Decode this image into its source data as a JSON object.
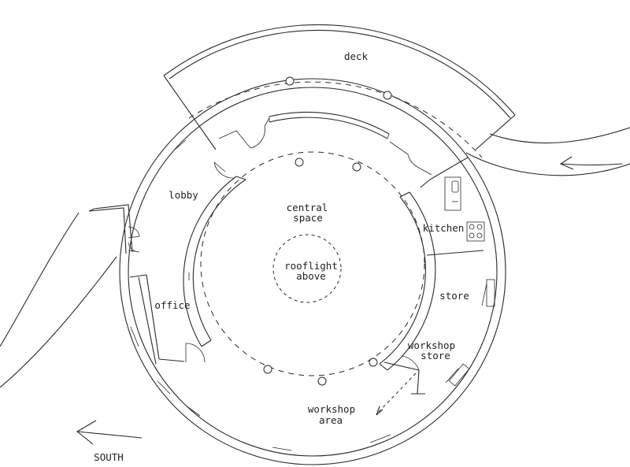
{
  "labels": {
    "deck": "deck",
    "lobby": "lobby",
    "central_line1": "central",
    "central_line2": "space",
    "kitchen": "kitchen",
    "rooflight_line1": "rooflight",
    "rooflight_line2": "above",
    "store": "store",
    "office": "office",
    "workshop_store_line1": "workshop",
    "workshop_store_line2": "store",
    "workshop_area_line1": "workshop",
    "workshop_area_line2": "area",
    "south": "SOUTH"
  }
}
